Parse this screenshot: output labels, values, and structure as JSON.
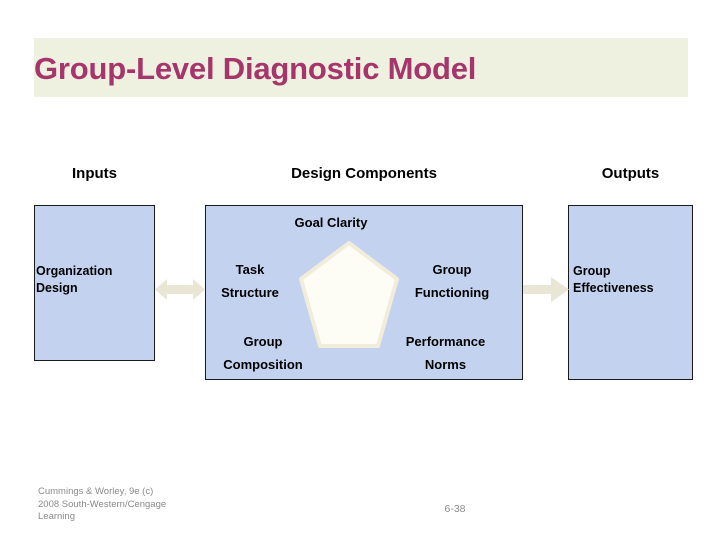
{
  "slide": {
    "title": "Group-Level Diagnostic Model",
    "banner_color": "#eef0e0",
    "title_color": "#a6356b"
  },
  "columns": [
    {
      "key": "inputs",
      "header": "Inputs"
    },
    {
      "key": "design",
      "header": "Design Components"
    },
    {
      "key": "outputs",
      "header": "Outputs"
    }
  ],
  "panels": {
    "inputs": {
      "label": "Organization\nDesign",
      "label_line1": "Organization",
      "label_line2": "Design",
      "fill_color": "#c3d3ef",
      "border_color": "#1a1a1a"
    },
    "design": {
      "fill_color": "#c3d3ef",
      "border_color": "#1a1a1a",
      "shape": "pentagon",
      "shape_fill": "#fdfcf5",
      "shape_stroke": "#f1ecd9",
      "nodes": [
        {
          "name": "goal-clarity",
          "label": "Goal Clarity",
          "position": "top"
        },
        {
          "name": "task-structure",
          "label": "Task\nStructure",
          "position": "upper-left"
        },
        {
          "name": "group-functioning",
          "label": "Group\nFunctioning",
          "position": "upper-right"
        },
        {
          "name": "group-composition",
          "label": "Group\nComposition",
          "position": "lower-left"
        },
        {
          "name": "performance-norms",
          "label": "Performance\nNorms",
          "position": "lower-right"
        }
      ]
    },
    "outputs": {
      "label_line1": "Group",
      "label_line2": "Effectiveness",
      "fill_color": "#c3d3ef",
      "border_color": "#1a1a1a"
    }
  },
  "arrows": [
    {
      "name": "inputs-design-arrow",
      "direction": "bidirectional",
      "color": "#e9e6d6"
    },
    {
      "name": "design-outputs-arrow",
      "direction": "right",
      "color": "#e9e6d6"
    }
  ],
  "footer": {
    "credit_line1": "Cummings & Worley, 9e  (c)",
    "credit_line2": "2008 South-Western/Cengage",
    "credit_line3": "Learning",
    "page_number": "6-38",
    "text_color": "#8a8a8a"
  }
}
